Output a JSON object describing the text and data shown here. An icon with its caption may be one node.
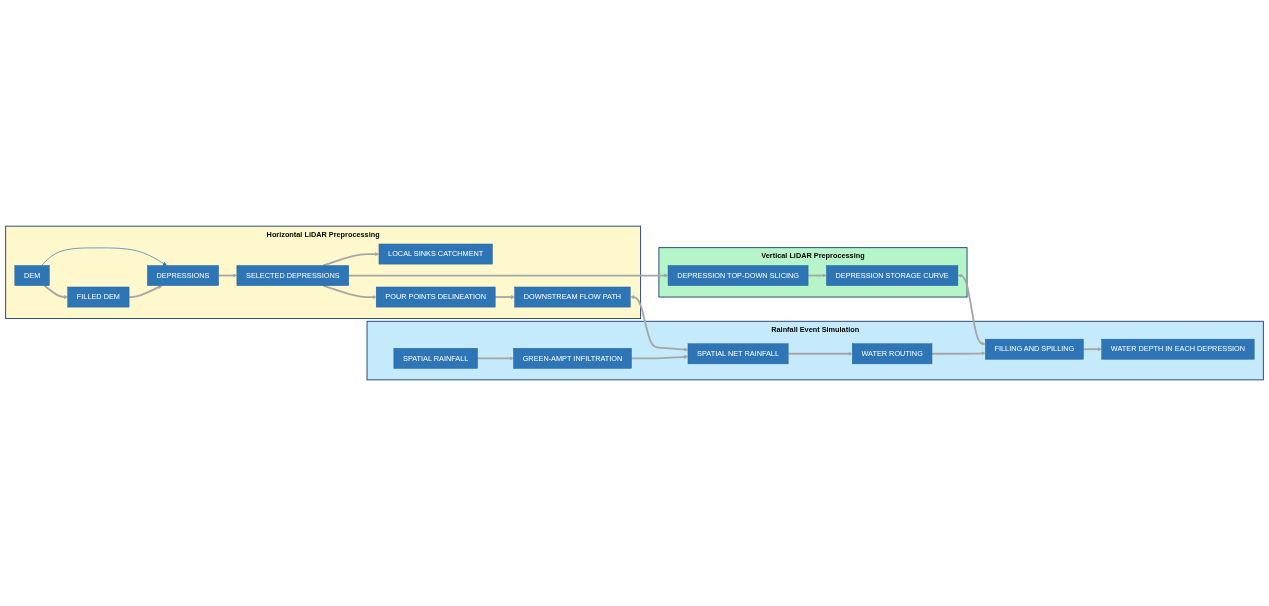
{
  "diagram": {
    "nodes": [
      {
        "text": [
          "Horizontal LiDAR Preprocessing"
        ]
      },
      {
        "text": [
          "DEM"
        ],
        "in": 0
      },
      {
        "text": [
          "FILLED DEM"
        ],
        "in": 0
      },
      {
        "text": [
          "DEPRESSIONS"
        ],
        "in": 0
      },
      {
        "text": [
          "LOCAL SINKS CATCHMENT"
        ],
        "in": 0
      },
      {
        "text": [
          "SELECTED DEPRESSIONS"
        ],
        "in": 0
      },
      {
        "text": [
          "POUR POINTS DELINEATION"
        ],
        "in": 0
      },
      {
        "text": [
          "DOWNSTREAM FLOW PATH"
        ],
        "in": 0
      },
      {
        "text": [
          "Vertical LiDAR Preprocessing"
        ]
      },
      {
        "text": [
          "DEPRESSION TOP-DOWN SLICING"
        ],
        "in": 8
      },
      {
        "text": [
          "DEPRESSION STORAGE CURVE"
        ],
        "in": 8
      },
      {
        "text": [
          "Rainfall Event Simulation"
        ]
      },
      {
        "text": [
          "SPATIAL RAINFALL"
        ],
        "in": 11
      },
      {
        "text": [
          "GREEN-AMPT INFILTRATION"
        ],
        "in": 11
      },
      {
        "text": [
          "SPATIAL NET RAINFALL"
        ],
        "in": 11
      },
      {
        "text": [
          "WATER ROUTING"
        ],
        "in": 11
      },
      {
        "text": [
          "FILLING AND SPILLING"
        ],
        "in": 11
      },
      {
        "text": [
          "WATER DEPTH IN EACH DEPRESSION"
        ],
        "in": 11
      }
    ],
    "edges": [
      {
        "from": 1,
        "to": 2,
        "arrow": "to"
      },
      {
        "from": 1,
        "to": 3,
        "arrow": "to",
        "color": "#2e75b6"
      },
      {
        "from": 2,
        "to": 3,
        "arrow": "to"
      },
      {
        "from": 3,
        "to": 5,
        "arrow": "to"
      },
      {
        "from": 5,
        "to": 4,
        "arrow": "to"
      },
      {
        "from": 5,
        "to": 6,
        "arrow": "to"
      },
      {
        "from": 6,
        "to": 7,
        "arrow": "to"
      },
      {
        "from": 7,
        "to": 14,
        "arrow": "both"
      },
      {
        "from": 5,
        "to": 9,
        "arrow": "to"
      },
      {
        "from": 9,
        "to": 10,
        "arrow": "to"
      },
      {
        "from": 10,
        "to": 16,
        "arrow": "both"
      },
      {
        "from": 12,
        "to": 13,
        "arrow": "to"
      },
      {
        "from": 13,
        "to": 14,
        "arrow": "to"
      },
      {
        "from": 14,
        "to": 15,
        "arrow": "to"
      },
      {
        "from": 15,
        "to": 16,
        "arrow": "to"
      },
      {
        "from": 16,
        "to": 17,
        "arrow": "to"
      }
    ]
  }
}
